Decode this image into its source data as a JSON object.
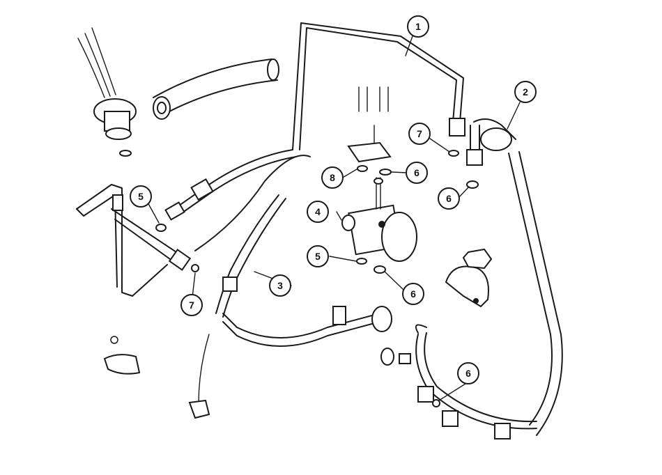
{
  "callouts": [
    {
      "id": "c1",
      "label": "1"
    },
    {
      "id": "c2",
      "label": "2"
    },
    {
      "id": "c3",
      "label": "3"
    },
    {
      "id": "c4",
      "label": "4"
    },
    {
      "id": "c5a",
      "label": "5"
    },
    {
      "id": "c5b",
      "label": "5"
    },
    {
      "id": "c6a",
      "label": "6"
    },
    {
      "id": "c6b",
      "label": "6"
    },
    {
      "id": "c6c",
      "label": "6"
    },
    {
      "id": "c6d",
      "label": "6"
    },
    {
      "id": "c7a",
      "label": "7"
    },
    {
      "id": "c7b",
      "label": "7"
    },
    {
      "id": "c8",
      "label": "8"
    }
  ],
  "colors": {
    "ink": "#1a1a1a",
    "background": "#ffffff"
  }
}
